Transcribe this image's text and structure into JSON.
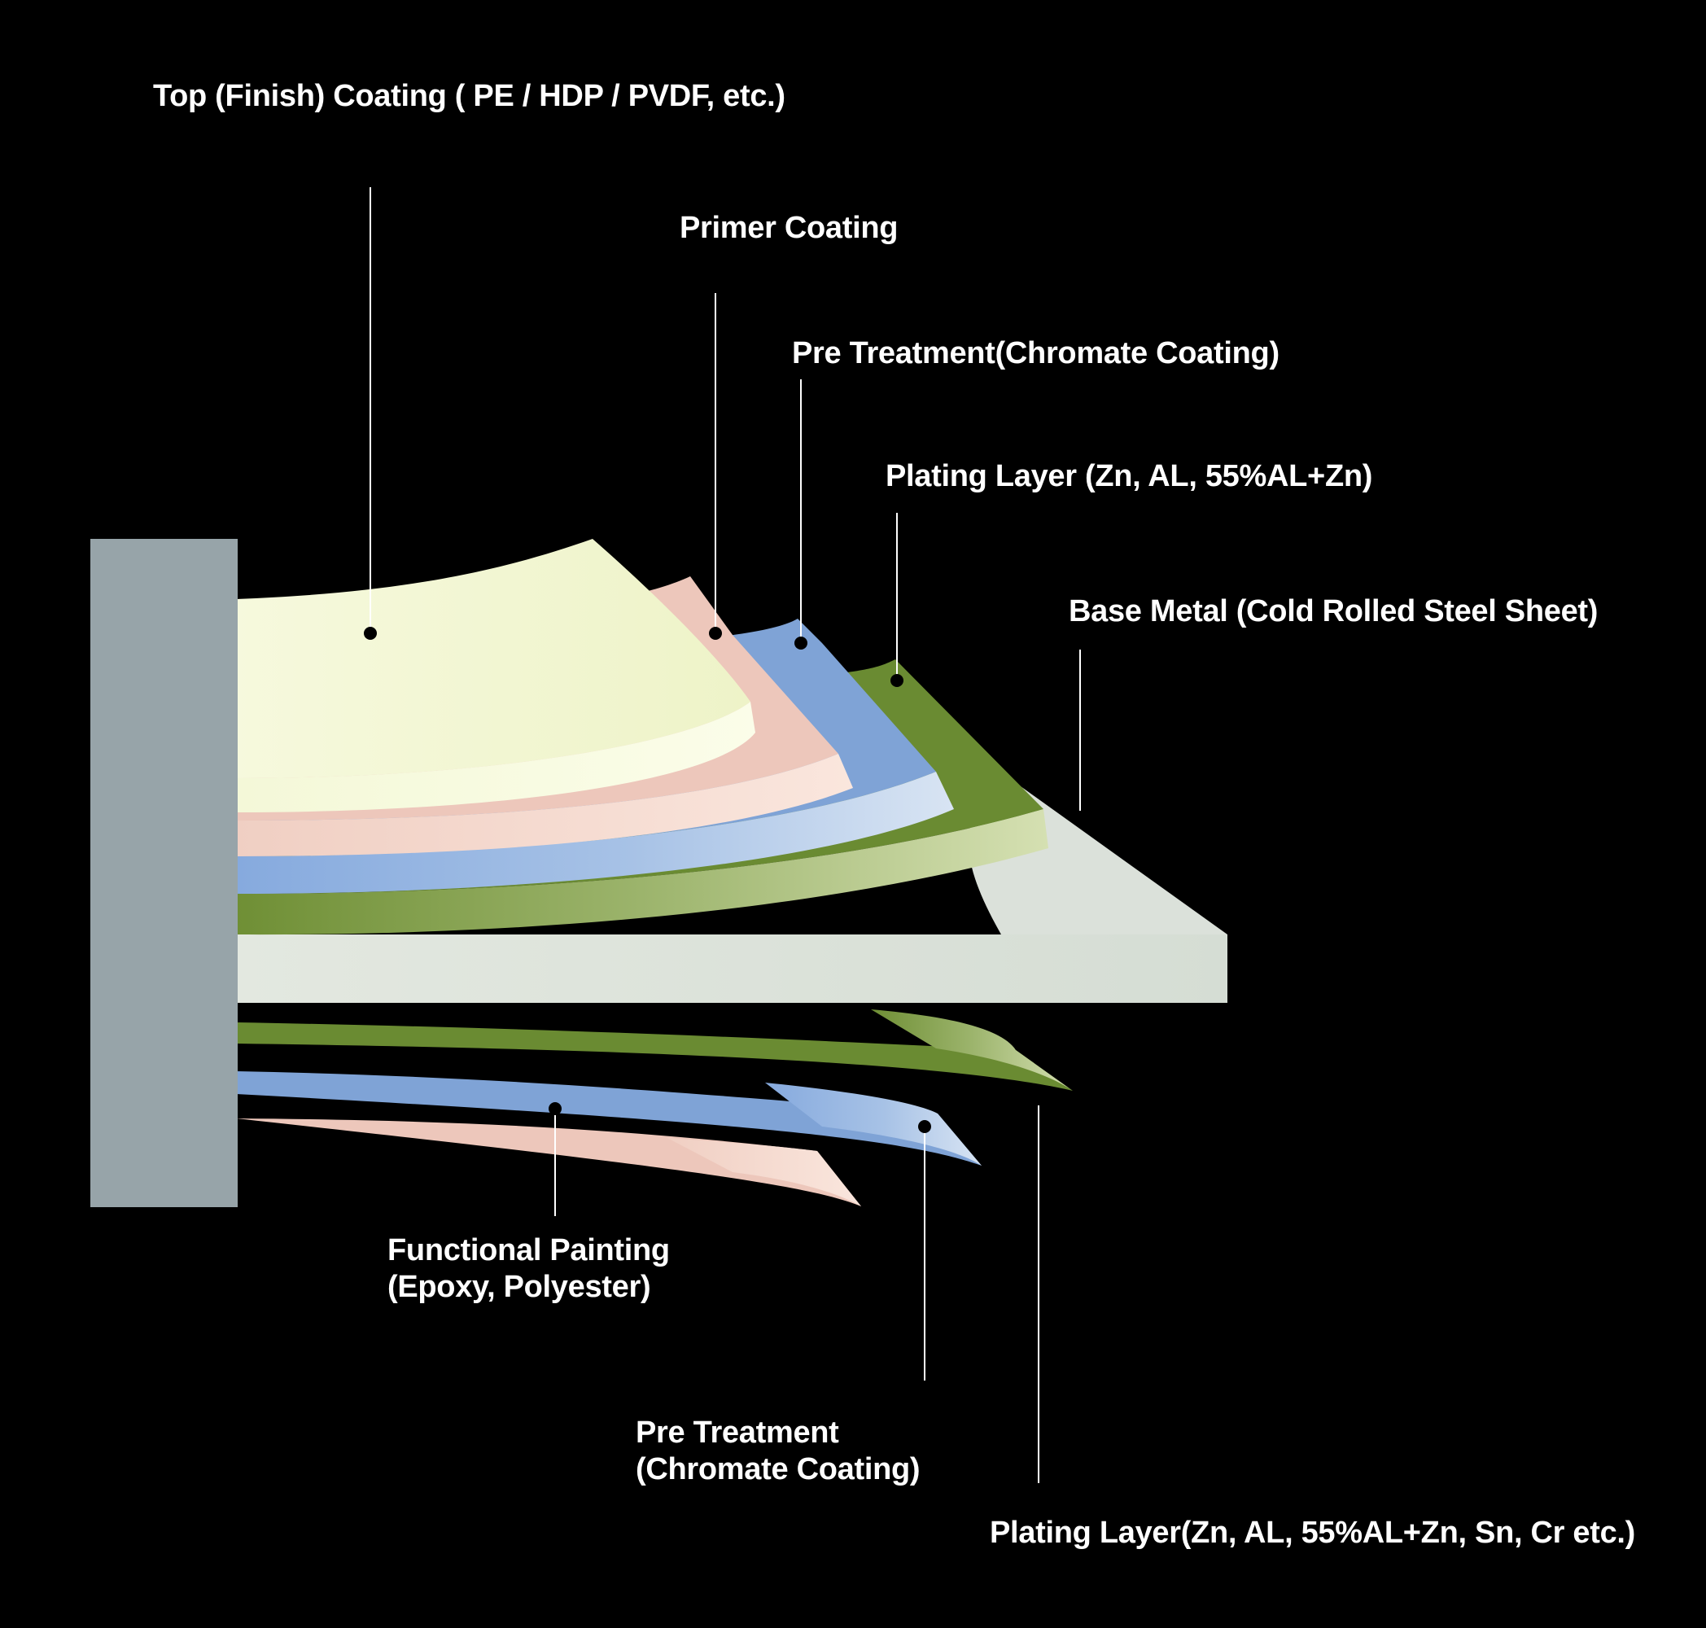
{
  "diagram": {
    "colors": {
      "background": "#000000",
      "holder": "#97a4a9",
      "top_coating": "#f3f7d4",
      "primer": "#edc7bb",
      "pre_treatment": "#7fa3d6",
      "plating": "#6a8b32",
      "base_metal": "#dde3dc",
      "leader_line": "#ffffff"
    },
    "labels": {
      "top_coating": [
        "Top (Finish) Coating ( PE / HDP / PVDF, etc.)"
      ],
      "primer": [
        "Primer Coating"
      ],
      "pre_treatment_top": [
        "Pre Treatment(Chromate Coating)"
      ],
      "plating_top": [
        "Plating Layer (Zn, AL, 55%AL+Zn)"
      ],
      "base_metal": [
        "Base Metal (Cold Rolled Steel Sheet)"
      ],
      "functional_painting": [
        "Functional Painting",
        "(Epoxy, Polyester)"
      ],
      "pre_treatment_bottom": [
        "Pre Treatment",
        "(Chromate Coating)"
      ],
      "plating_bottom": [
        "Plating Layer(Zn, AL, 55%AL+Zn, Sn, Cr etc.)"
      ]
    }
  }
}
